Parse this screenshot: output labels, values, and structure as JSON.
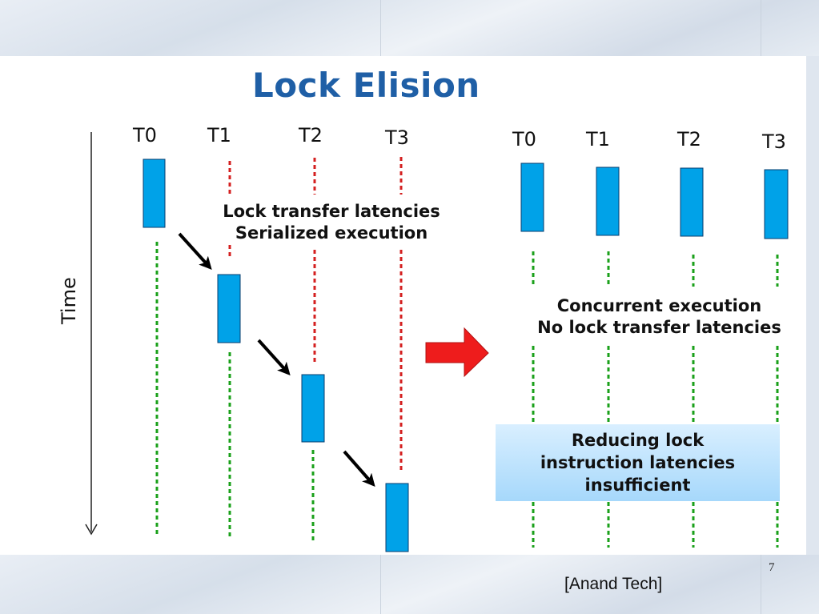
{
  "slide": {
    "title": "Lock Elision",
    "axis_label": "Time",
    "page_number": "7",
    "credit": "[Anand Tech]"
  },
  "left_panel": {
    "threads": [
      "T0",
      "T1",
      "T2",
      "T3"
    ],
    "callout_lines": [
      "Lock transfer latencies",
      "Serialized execution"
    ]
  },
  "right_panel": {
    "threads": [
      "T0",
      "T1",
      "T2",
      "T3"
    ],
    "callout_lines": [
      "Concurrent execution",
      "No lock transfer latencies"
    ],
    "box_lines": [
      "Reducing lock",
      "instruction latencies",
      "insufficient"
    ]
  },
  "colors": {
    "title": "#1f5fa6",
    "block": "#00a2e8",
    "green_line": "#1aa01a",
    "red_line": "#d42020",
    "arrow_red": "#ee1c1c"
  }
}
